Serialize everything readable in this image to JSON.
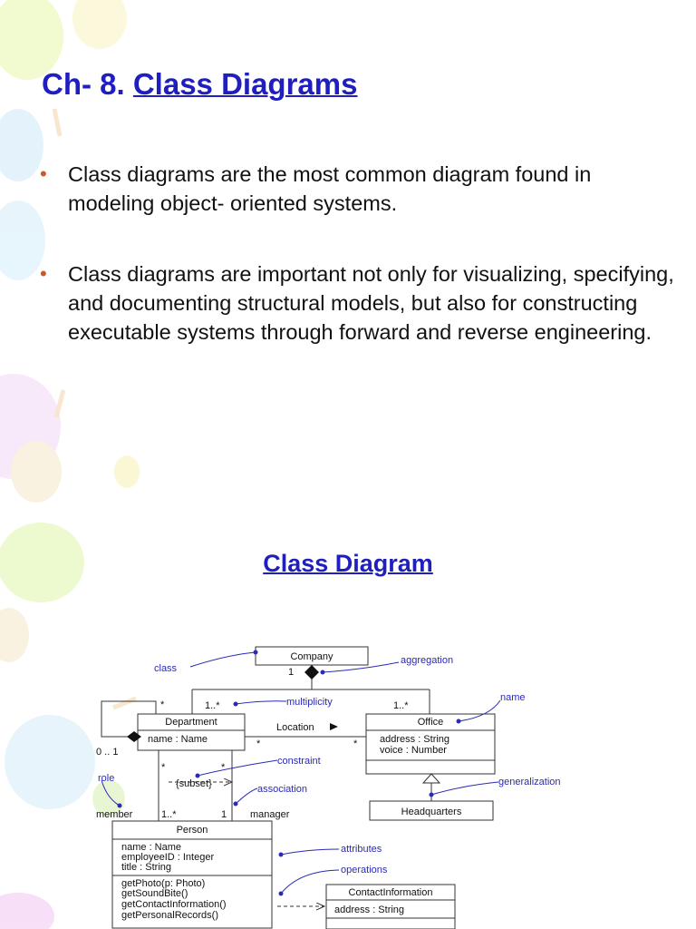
{
  "slide": {
    "title_prefix": "Ch- 8.",
    "title_link": "Class Diagrams",
    "bullets": [
      "Class diagrams are the most common diagram found in modeling object- oriented systems.",
      "Class diagrams are important not only for visualizing, specifying, and documenting structural models, but also for constructing executable systems through forward and reverse engineering."
    ],
    "subtitle": "Class Diagram"
  },
  "colors": {
    "title": "#1f1fbf",
    "bullet": "#d2571e",
    "annotation": "#2a2ab8"
  },
  "diagram": {
    "classes": {
      "company": "Company",
      "department": {
        "name": "Department",
        "attribute": "name : Name"
      },
      "office": {
        "name": "Office",
        "attributes": [
          "address : String",
          "voice : Number"
        ]
      },
      "headquarters": "Headquarters",
      "person": {
        "name": "Person",
        "attributes": [
          "name : Name",
          "employeeID : Integer",
          "title : String"
        ],
        "operations": [
          "getPhoto(p: Photo)",
          "getSoundBite()",
          "getContactInformation()",
          "getPersonalRecords()"
        ]
      },
      "contact_information": {
        "name": "ContactInformation",
        "attribute": "address : String"
      }
    },
    "labels": {
      "one": "1",
      "star": "*",
      "one_many": "1..*",
      "zero_one": "0 .. 1",
      "location": "Location",
      "subset": "{subset}",
      "member": "member",
      "manager": "manager"
    },
    "annotations": {
      "class": "class",
      "aggregation": "aggregation",
      "multiplicity": "multiplicity",
      "name": "name",
      "constraint": "constraint",
      "association": "association",
      "role": "role",
      "generalization": "generalization",
      "attributes": "attributes",
      "operations": "operations"
    }
  }
}
